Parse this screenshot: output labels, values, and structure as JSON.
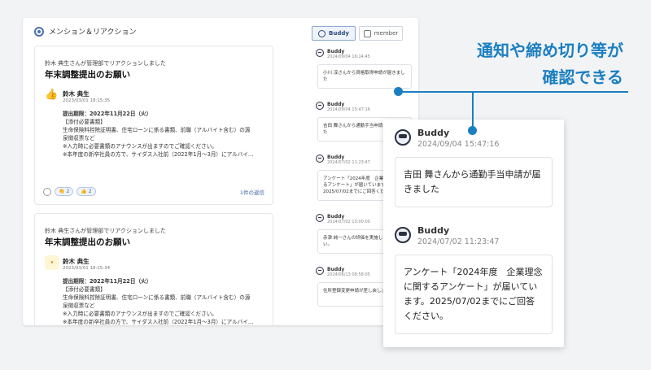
{
  "window": {
    "title": "メンション＆リアクション",
    "tabs": [
      {
        "label": "Buddy",
        "active": true
      },
      {
        "label": "member",
        "active": false
      }
    ]
  },
  "cards": [
    {
      "meta": "鈴木 典生さんが管理部でリアクションしました",
      "title": "年末調整提出のお願い",
      "author": "鈴木 典生",
      "date": "2023/03/01 18:15:35",
      "deadline": "提出期限：2022年11月22日（火）",
      "lines": [
        "【添付必要書類】",
        "生命保険料控除証明書、住宅ローンに係る書類、前職（アルバイト含む）の源",
        "泉徴収票など",
        "※入力時に必要書類のアナウンスが出ますのでご確認ください。",
        "※本年度の新卒社員の方で、サイダス入社前（2022年1月〜3月）にアルバイ…"
      ],
      "reactions": [
        "2",
        "2"
      ],
      "replies": "1件の返信"
    },
    {
      "meta": "鈴木 典生さんが管理部でリアクションしました",
      "title": "年末調整提出のお願い",
      "author": "鈴木 典生",
      "date": "2023/03/01 18:15:34",
      "deadline": "提出期限：2022年11月22日（火）",
      "lines": [
        "【添付必要書類】",
        "生命保険料控除証明書、住宅ローンに係る書類、前職（アルバイト含む）の源",
        "泉徴収票など",
        "※入力時に必要書類のアナウンスが出ますのでご確認ください。",
        "※本年度の新卒社員の方で、サイダス入社前（2022年1月〜3月）にアルバイ…"
      ]
    }
  ],
  "feed": [
    {
      "name": "Buddy",
      "date": "2024/09/04 16:14:45",
      "text": "小川 淳さんから資格取得申請が届きました"
    },
    {
      "name": "Buddy",
      "date": "2024/09/04 15:47:16",
      "text": "吉田 舞さんから通勤手当申請が届きました"
    },
    {
      "name": "Buddy",
      "date": "2024/07/02 11:23:47",
      "text": "アンケート「2024年度　企業理念に関するアンケート」が届いています。2025/07/02までにご回答ください。"
    },
    {
      "name": "Buddy",
      "date": "2024/07/02 10:00:00",
      "text": "赤津 純一さんの評価を実施してください。"
    },
    {
      "name": "Buddy",
      "date": "2024/06/13 08:58:05",
      "text": "住所登録変更申請が差し戻しされました"
    }
  ],
  "popup": [
    {
      "name": "Buddy",
      "date": "2024/09/04 15:47:16",
      "text": "吉田 舞さんから通勤手当申請が届きました"
    },
    {
      "name": "Buddy",
      "date": "2024/07/02 11:23:47",
      "text": "アンケート「2024年度　企業理念に関するアンケート」が届いています。2025/07/02までにご回答ください。"
    }
  ],
  "annotation": {
    "line1": "通知や締め切り等が",
    "line2": "確認できる"
  },
  "colors": {
    "accent": "#1a7fc1",
    "link": "#3a5f9e"
  },
  "icons": {
    "header": "at-icon",
    "card1_avatar": "thumbs-up-icon",
    "card2_avatar": "sticker-icon",
    "buddy": "bot-icon"
  }
}
